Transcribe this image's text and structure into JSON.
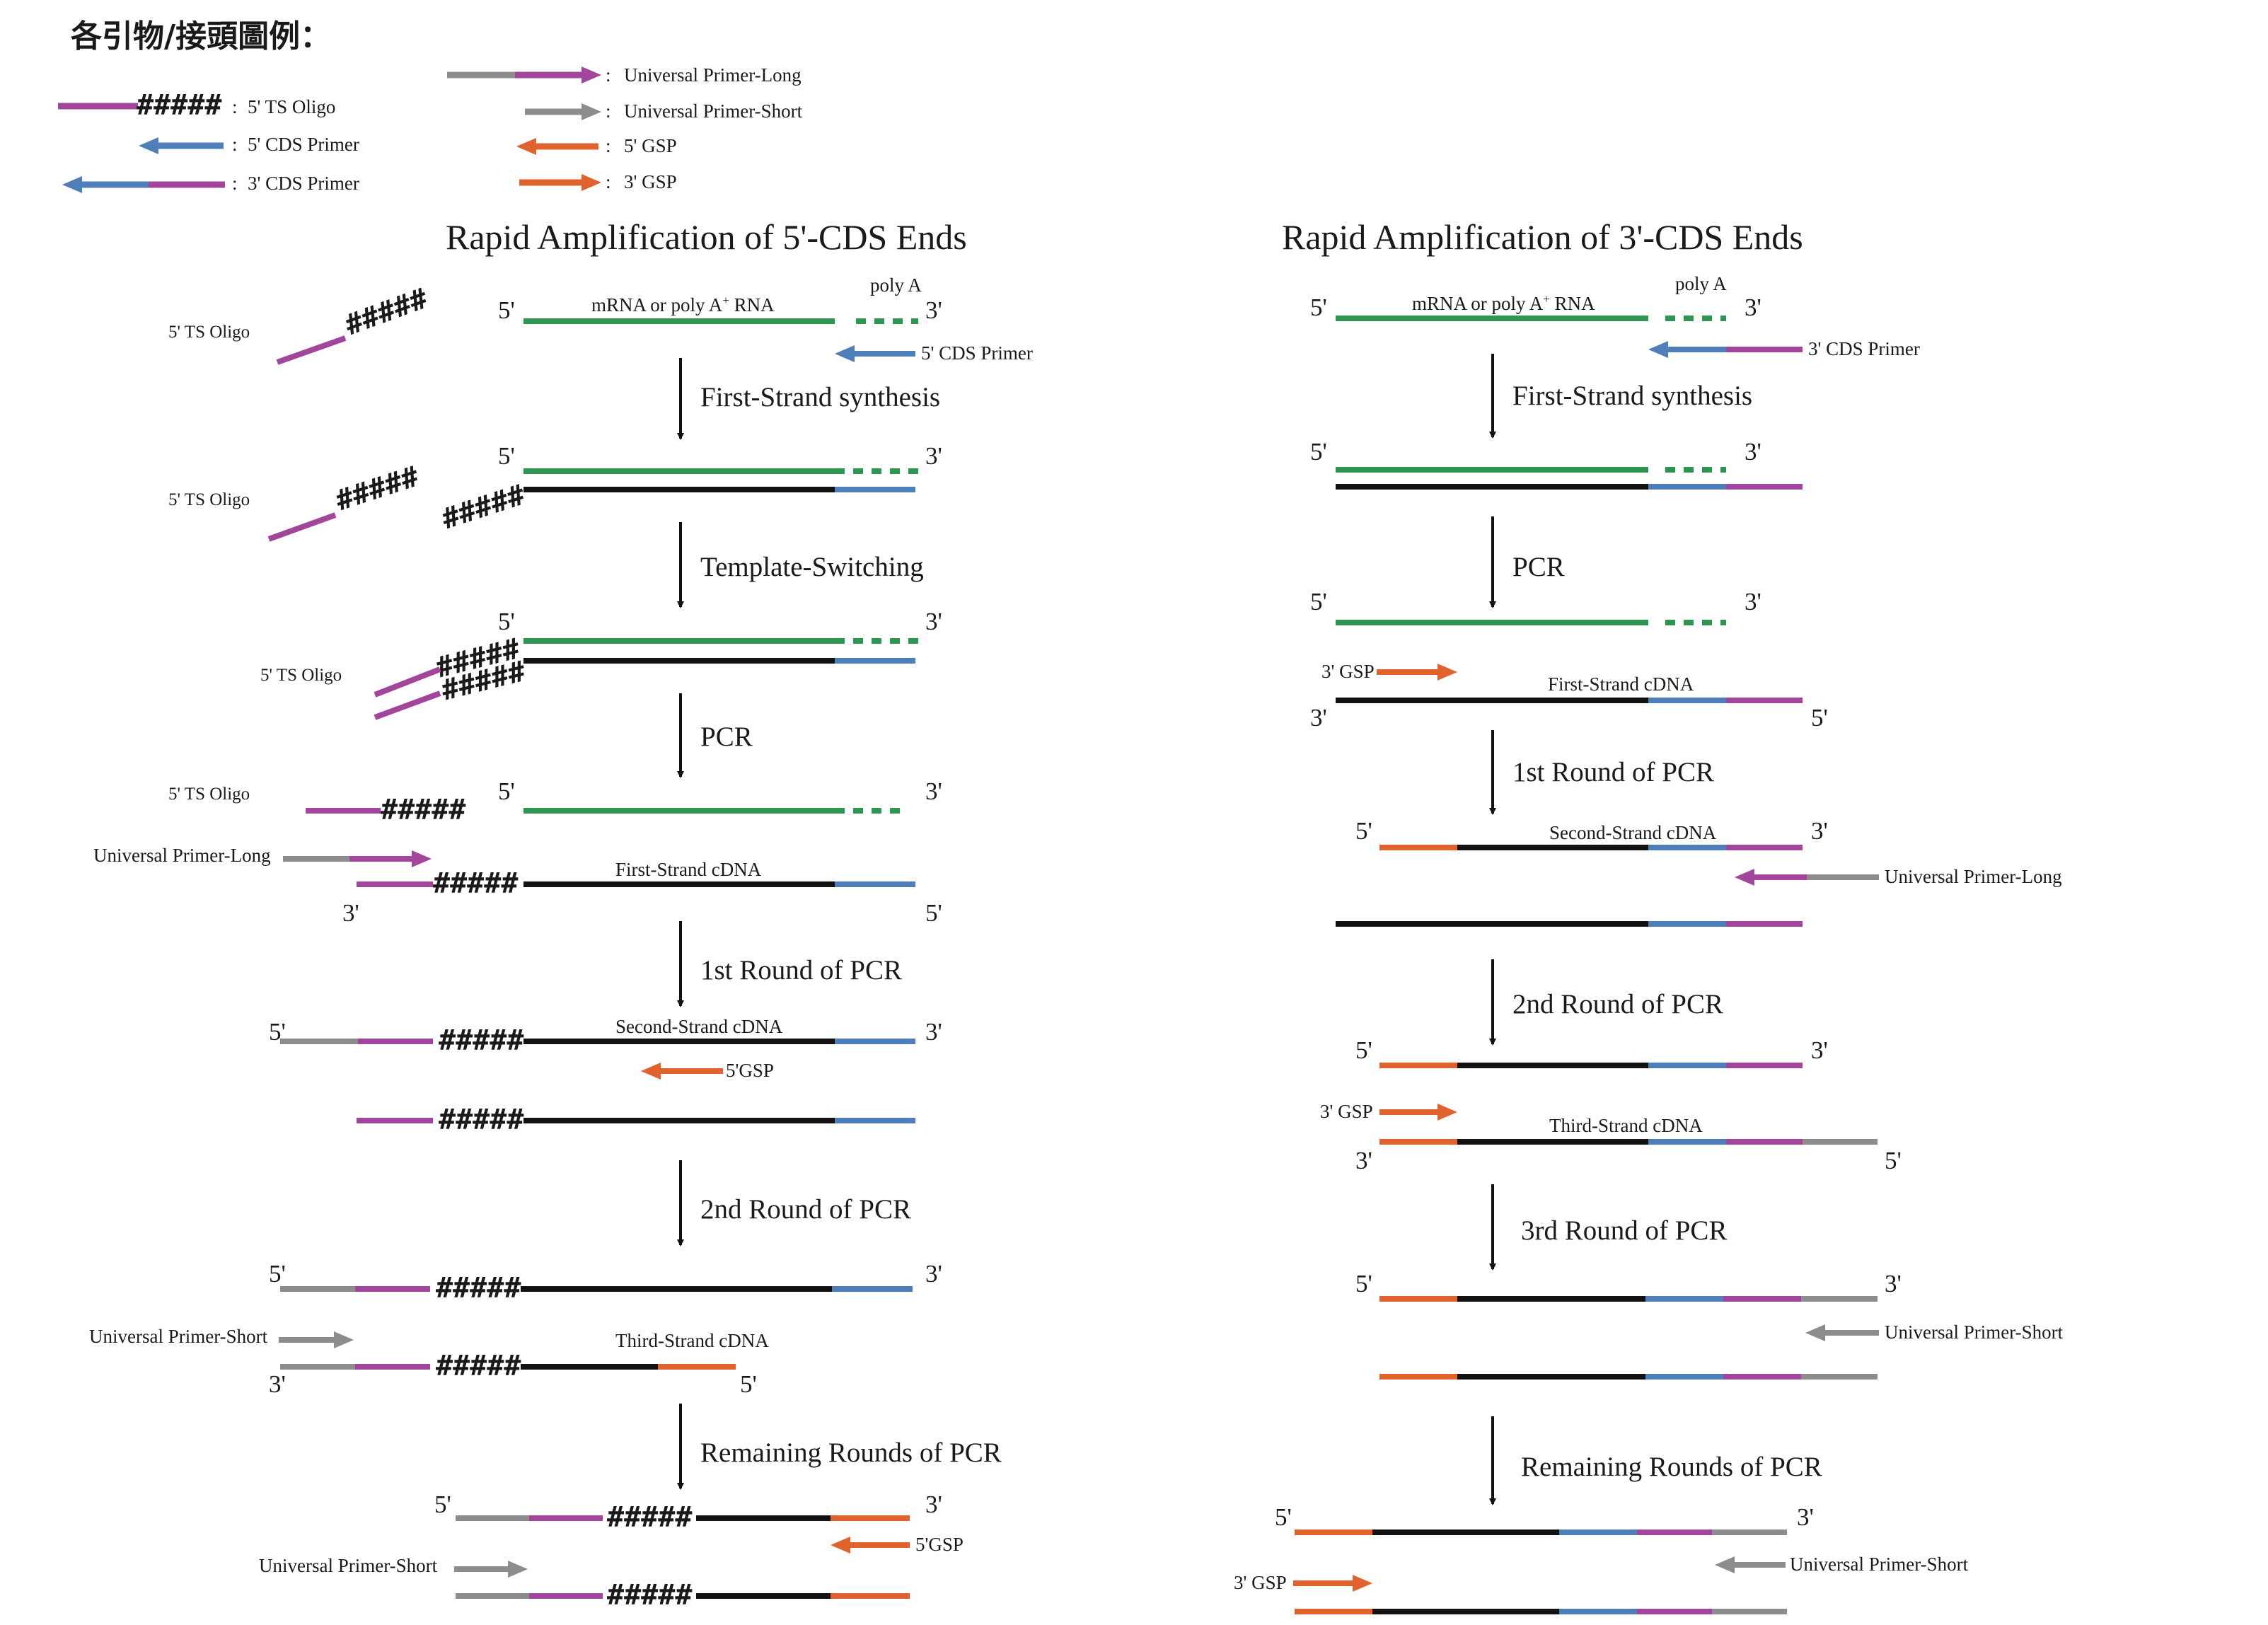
{
  "legend": {
    "title": "各引物/接頭圖例：",
    "ts_oligo": "5' TS Oligo",
    "cds5": "5' CDS Primer",
    "cds3": "3' CDS Primer",
    "upl": "Universal Primer-Long",
    "ups": "Universal Primer-Short",
    "gsp5": "5' GSP",
    "gsp3": "3' GSP",
    "sep": ":"
  },
  "colors": {
    "green": "#2e9650",
    "black": "#111111",
    "blue": "#4f7fb8",
    "purple": "#a2469c",
    "gray": "#8c8c8c",
    "orange": "#e0622c"
  },
  "common": {
    "hash": "#####",
    "end5": "5'",
    "end3": "3'"
  },
  "left": {
    "title": "Rapid Amplification of 5'-CDS Ends",
    "mrna": "mRNA or poly A",
    "mrna_sup": "+",
    "mrna_tail": " RNA",
    "polya": "poly A",
    "ts_oligo": "5' TS Oligo",
    "cds5": "5' CDS Primer",
    "step1": "First-Strand synthesis",
    "step2": "Template-Switching",
    "step3": "PCR",
    "upl": "Universal Primer-Long",
    "first_cdna": "First-Strand cDNA",
    "step4": "1st Round of PCR",
    "second_cdna": "Second-Strand cDNA",
    "gsp5": "5'GSP",
    "step5": "2nd Round of PCR",
    "ups": "Universal Primer-Short",
    "third_cdna": "Third-Strand cDNA",
    "step6": "Remaining Rounds of PCR"
  },
  "right": {
    "title": "Rapid Amplification of 3'-CDS Ends",
    "mrna": "mRNA or poly A",
    "mrna_sup": "+",
    "mrna_tail": " RNA",
    "polya": "poly A",
    "cds3": "3' CDS Primer",
    "step1": "First-Strand synthesis",
    "step2": "PCR",
    "gsp3": "3' GSP",
    "first_cdna": "First-Strand cDNA",
    "step3": "1st Round of PCR",
    "second_cdna": "Second-Strand cDNA",
    "upl": "Universal Primer-Long",
    "step4": "2nd Round of PCR",
    "third_cdna": "Third-Strand cDNA",
    "step5": "3rd Round of PCR",
    "ups": "Universal Primer-Short",
    "step6": "Remaining Rounds of PCR"
  }
}
